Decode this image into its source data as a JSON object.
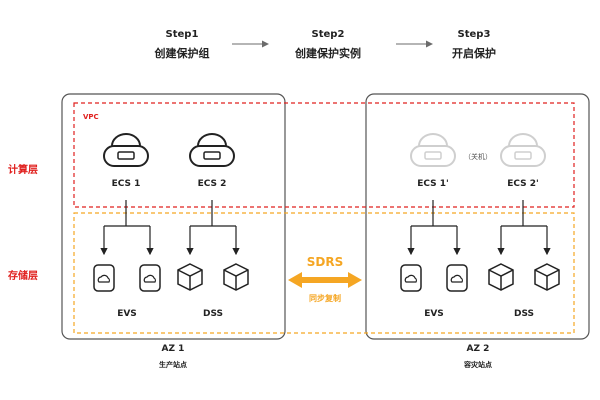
{
  "steps": [
    {
      "label": "Step1",
      "title": "创建保护组"
    },
    {
      "label": "Step2",
      "title": "创建保护实例"
    },
    {
      "label": "Step3",
      "title": "开启保护"
    }
  ],
  "layers": {
    "compute": "计算层",
    "storage": "存储层"
  },
  "vpc_label": "VPC",
  "az1": {
    "title": "AZ 1",
    "subtitle": "生产站点",
    "ecs": [
      "ECS 1",
      "ECS 2"
    ],
    "evs_label": "EVS",
    "dss_label": "DSS"
  },
  "az2": {
    "title": "AZ 2",
    "subtitle": "容灾站点",
    "ecs": [
      "ECS 1'",
      "ECS 2'"
    ],
    "power_off": "（关机）",
    "evs_label": "EVS",
    "dss_label": "DSS"
  },
  "sdrs": {
    "label": "SDRS",
    "sync": "同步复制"
  },
  "colors": {
    "red": "#e0201e",
    "orange": "#f5a623",
    "gray": "#6b6b6b",
    "faded": "#cfcfcf"
  }
}
